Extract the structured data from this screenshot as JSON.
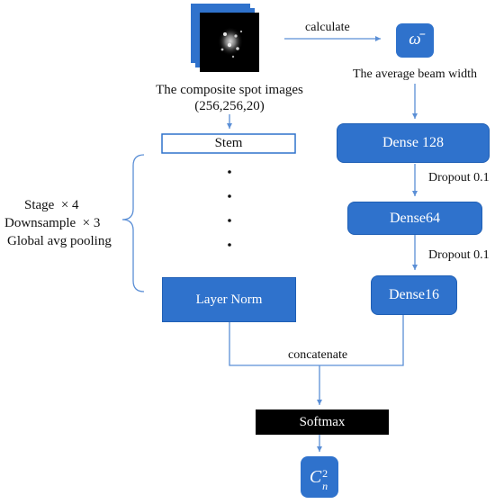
{
  "diagram": {
    "input": {
      "caption_line1": "The composite spot images",
      "caption_line2": "(256,256,20)"
    },
    "calculate_label": "calculate",
    "omega_symbol": "ω̄",
    "beam_width_label": "The average beam width",
    "stem_label": "Stem",
    "stage_label": "Stage  × 4",
    "downsample_label": "Downsample  × 3",
    "pooling_label": "Global avg pooling",
    "layer_norm_label": "Layer Norm",
    "dense128_label": "Dense 128",
    "dropout1_label": "Dropout 0.1",
    "dense64_label": "Dense64",
    "dropout2_label": "Dropout 0.1",
    "dense16_label": "Dense16",
    "concatenate_label": "concatenate",
    "softmax_label": "Softmax",
    "output_base": "C",
    "output_sup": "2",
    "output_sub": "n",
    "colors": {
      "box_blue": "#2f72cc",
      "arrow_blue": "#5b8fd6",
      "softmax_black": "#000000"
    }
  }
}
